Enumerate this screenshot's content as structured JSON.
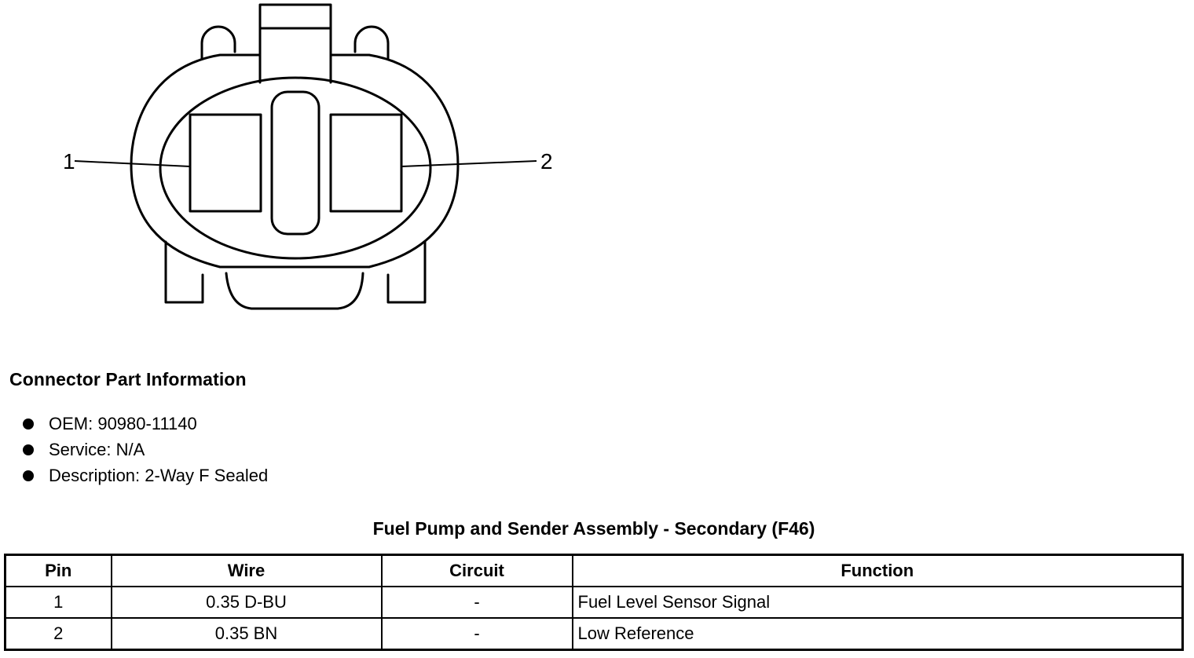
{
  "diagram": {
    "pin_labels": [
      "1",
      "2"
    ]
  },
  "connector_info": {
    "heading": "Connector Part Information",
    "items": [
      "OEM: 90980-11140",
      "Service: N/A",
      "Description: 2-Way F Sealed"
    ]
  },
  "table": {
    "title": "Fuel Pump and Sender Assembly - Secondary (F46)",
    "headers": [
      "Pin",
      "Wire",
      "Circuit",
      "Function"
    ],
    "rows": [
      [
        "1",
        "0.35 D-BU",
        "-",
        "Fuel Level Sensor Signal"
      ],
      [
        "2",
        "0.35 BN",
        "-",
        "Low Reference"
      ]
    ]
  }
}
